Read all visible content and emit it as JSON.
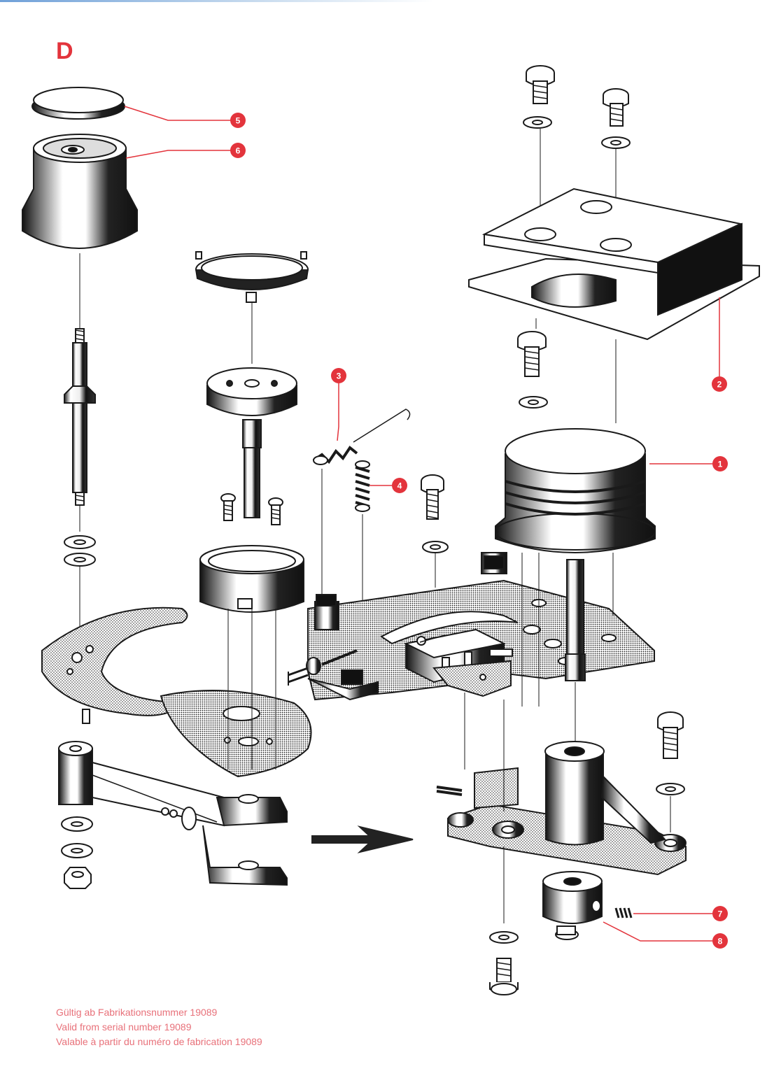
{
  "page": {
    "section_letter": "D",
    "accent_color": "#e3343c",
    "ink_color": "#1a1a1a"
  },
  "callouts": [
    {
      "number": "1",
      "part": "motor-housing"
    },
    {
      "number": "2",
      "part": "top-plate-assembly"
    },
    {
      "number": "3",
      "part": "long-tension-spring"
    },
    {
      "number": "4",
      "part": "short-spring"
    },
    {
      "number": "5",
      "part": "knob-cap"
    },
    {
      "number": "6",
      "part": "knob"
    },
    {
      "number": "7",
      "part": "set-screw"
    },
    {
      "number": "8",
      "part": "collar"
    }
  ],
  "footer": {
    "de": "Gültig ab Fabrikationsnummer 19089",
    "en": "Valid from serial number 19089",
    "fr": "Valable à partir du numéro de fabrication 19089"
  }
}
